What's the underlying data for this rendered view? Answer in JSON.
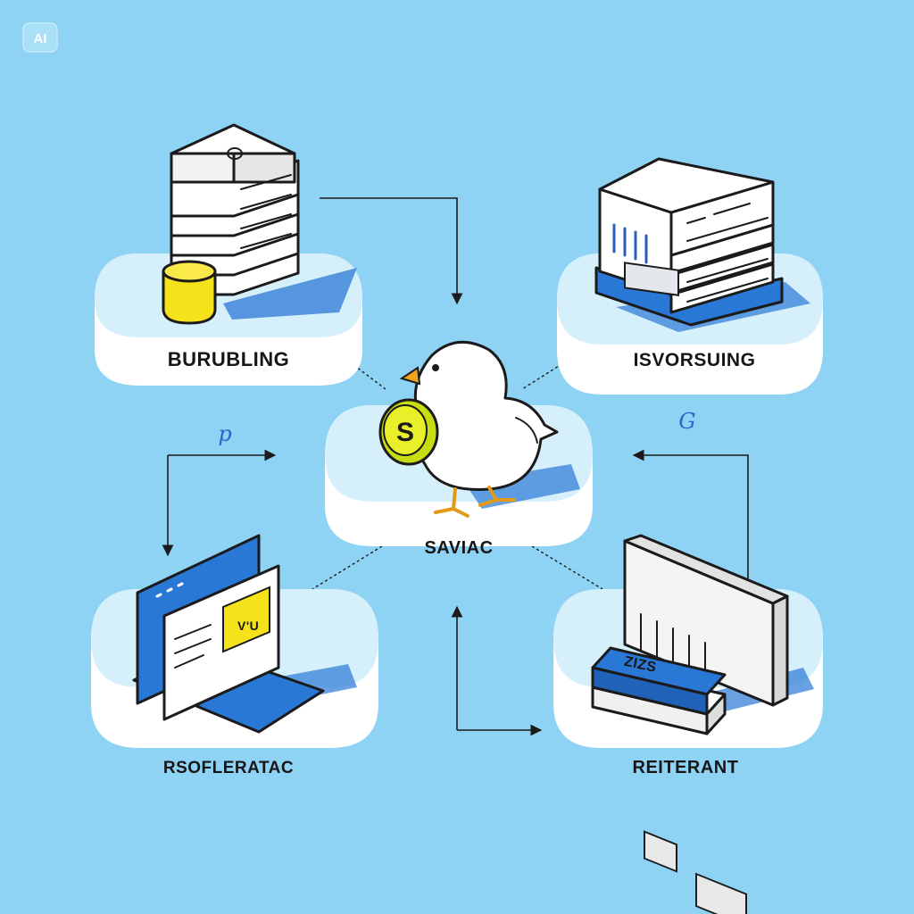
{
  "badge": "AI",
  "colors": {
    "background": "#8fd3f4",
    "platform_top": "#d6f0fb",
    "platform_side": "#ffffff",
    "accent_blue": "#2a78d6",
    "accent_yellow": "#f6e21b"
  },
  "nodes": {
    "top_left": {
      "label": "BURUBLING"
    },
    "top_right": {
      "label": "ISVORSUING"
    },
    "center": {
      "label": "SAVIAC",
      "coin_symbol": "S"
    },
    "bottom_left": {
      "label": "RSOFLERATAC",
      "screen_text": "V'U"
    },
    "bottom_right": {
      "label": "REITERANT",
      "device_text": "ZIZS"
    }
  },
  "markers": {
    "left": "p",
    "right": "G"
  }
}
